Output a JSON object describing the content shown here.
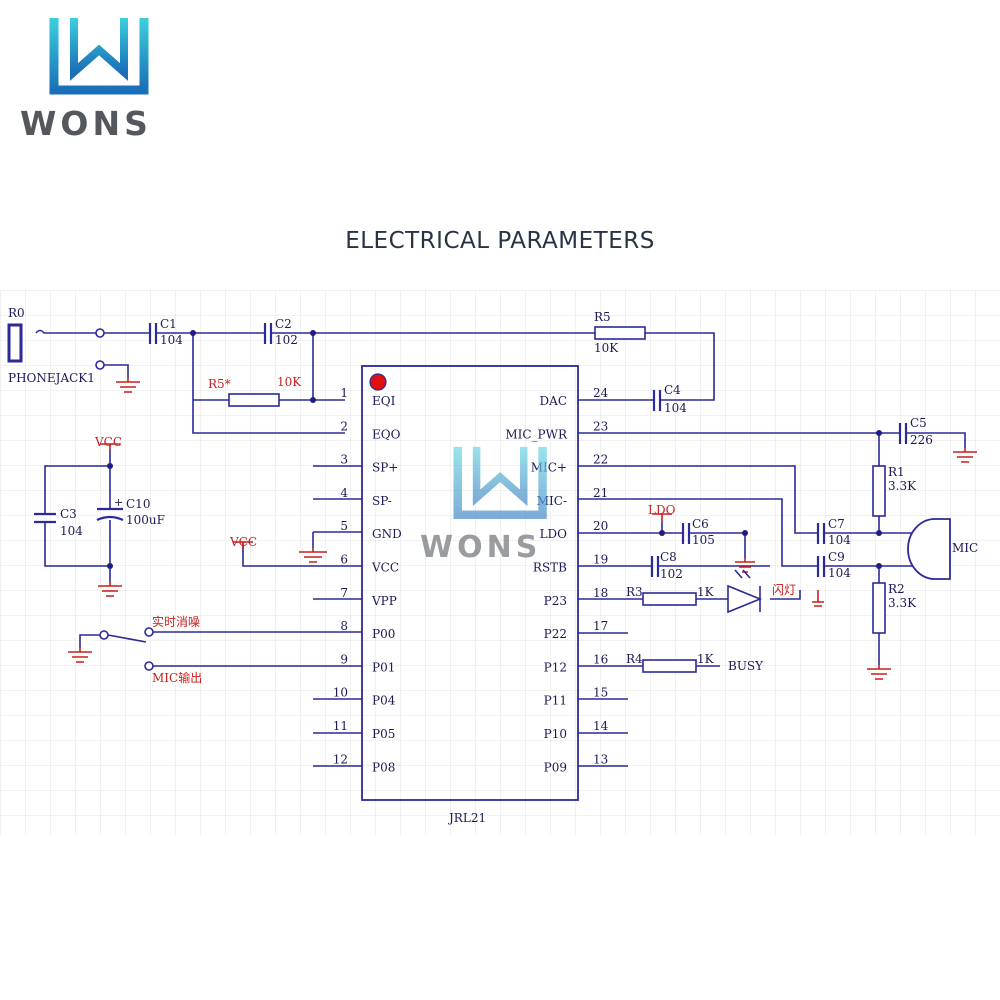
{
  "brand": {
    "name": "WONS",
    "watermark": "WONS"
  },
  "title": "ELECTRICAL PARAMETERS",
  "colors": {
    "wire": "#2a2a9a",
    "red_label": "#c81e1e",
    "logo_gradient_top": "#3bd0dc",
    "logo_gradient_bottom": "#1a6fb8",
    "grid": "#e3e3e3"
  },
  "chip": {
    "name": "JRL21",
    "left_pins": [
      {
        "num": "1",
        "name": "EQI"
      },
      {
        "num": "2",
        "name": "EQO"
      },
      {
        "num": "3",
        "name": "SP+"
      },
      {
        "num": "4",
        "name": "SP-"
      },
      {
        "num": "5",
        "name": "GND"
      },
      {
        "num": "6",
        "name": "VCC"
      },
      {
        "num": "7",
        "name": "VPP"
      },
      {
        "num": "8",
        "name": "P00"
      },
      {
        "num": "9",
        "name": "P01"
      },
      {
        "num": "10",
        "name": "P04"
      },
      {
        "num": "11",
        "name": "P05"
      },
      {
        "num": "12",
        "name": "P08"
      }
    ],
    "right_pins": [
      {
        "num": "24",
        "name": "DAC"
      },
      {
        "num": "23",
        "name": "MIC_PWR"
      },
      {
        "num": "22",
        "name": "MIC+"
      },
      {
        "num": "21",
        "name": "MIC-"
      },
      {
        "num": "20",
        "name": "LDO"
      },
      {
        "num": "19",
        "name": "RSTB"
      },
      {
        "num": "18",
        "name": "P23"
      },
      {
        "num": "17",
        "name": "P22"
      },
      {
        "num": "16",
        "name": "P12"
      },
      {
        "num": "15",
        "name": "P11"
      },
      {
        "num": "14",
        "name": "P10"
      },
      {
        "num": "13",
        "name": "P09"
      }
    ]
  },
  "components": {
    "R0": "R0",
    "phonejack": "PHONEJACK1",
    "C1": {
      "ref": "C1",
      "value": "104"
    },
    "C2": {
      "ref": "C2",
      "value": "102"
    },
    "R5": {
      "ref": "R5",
      "value": "10K"
    },
    "R5star": {
      "ref": "R5*",
      "value": "10K"
    },
    "C4": {
      "ref": "C4",
      "value": "104"
    },
    "C5": {
      "ref": "C5",
      "value": "226"
    },
    "R1": {
      "ref": "R1",
      "value": "3.3K"
    },
    "R2": {
      "ref": "R2",
      "value": "3.3K"
    },
    "C7": {
      "ref": "C7",
      "value": "104"
    },
    "C9": {
      "ref": "C9",
      "value": "104"
    },
    "C6": {
      "ref": "C6",
      "value": "105"
    },
    "C8": {
      "ref": "C8",
      "value": "102"
    },
    "C3": {
      "ref": "C3",
      "value": "104"
    },
    "C10": {
      "ref": "C10",
      "value": "100uF"
    },
    "R3": {
      "ref": "R3",
      "value": "1K"
    },
    "R4": {
      "ref": "R4",
      "value": "1K"
    }
  },
  "labels": {
    "vcc_top": "VCC",
    "vcc_mid": "VCC",
    "ldo": "LDO",
    "mic": "MIC",
    "busy": "BUSY",
    "led_label": "闪灯",
    "switch_top": "实时消噪",
    "switch_bottom": "MIC输出",
    "plus": "+"
  }
}
